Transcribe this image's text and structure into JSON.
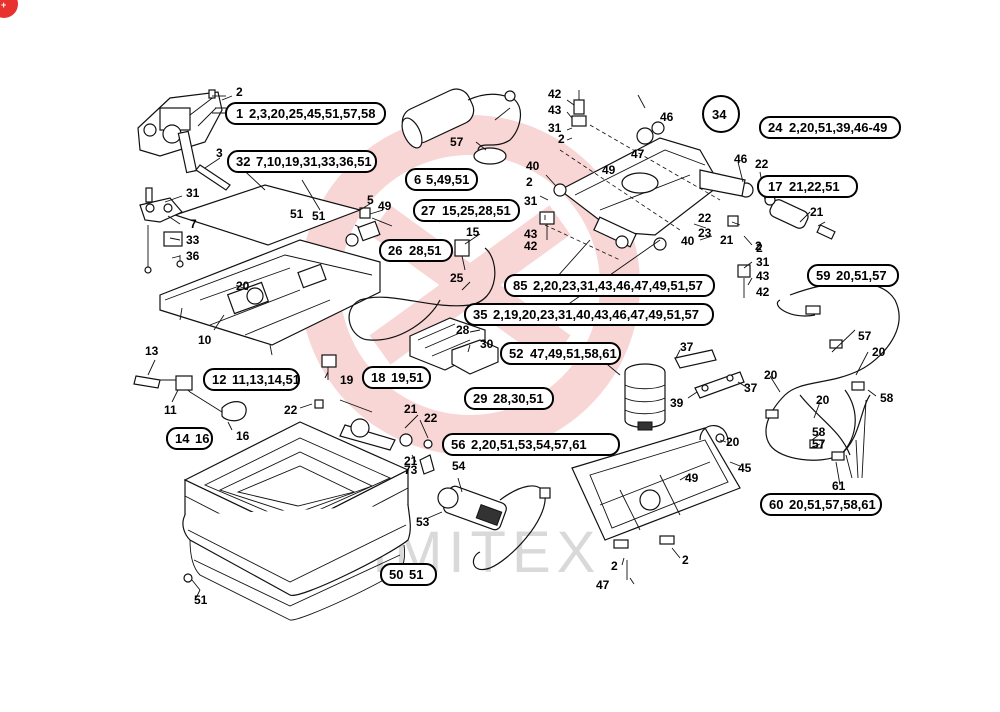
{
  "diagram_number": "34",
  "watermark": "IMITEX",
  "colors": {
    "badge": "#e8322f",
    "watermark_logo": "#f3b5b3",
    "watermark_text": "#d9d9d9",
    "line": "#111111"
  },
  "callouts": [
    {
      "num": "1",
      "refs": "2,3,20,25,45,51,57,58"
    },
    {
      "num": "24",
      "refs": "2,20,51,39,46-49"
    },
    {
      "num": "32",
      "refs": "7,10,19,31,33,36,51"
    },
    {
      "num": "17",
      "refs": "21,22,51"
    },
    {
      "num": "6",
      "refs": "5,49,51"
    },
    {
      "num": "27",
      "refs": "15,25,28,51"
    },
    {
      "num": "26",
      "refs": "28,51"
    },
    {
      "num": "59",
      "refs": "20,51,57"
    },
    {
      "num": "85",
      "refs": "2,20,23,31,43,46,47,49,51,57"
    },
    {
      "num": "35",
      "refs": "2,19,20,23,31,40,43,46,47,49,51,57"
    },
    {
      "num": "52",
      "refs": "47,49,51,58,61"
    },
    {
      "num": "18",
      "refs": "19,51"
    },
    {
      "num": "12",
      "refs": "11,13,14,51"
    },
    {
      "num": "29",
      "refs": "28,30,51"
    },
    {
      "num": "14",
      "refs": "16"
    },
    {
      "num": "56",
      "refs": "2,20,51,53,54,57,61"
    },
    {
      "num": "60",
      "refs": "20,51,57,58,61"
    },
    {
      "num": "50",
      "refs": "51"
    }
  ],
  "labels": [
    "2",
    "3",
    "31",
    "7",
    "33",
    "36",
    "20",
    "10",
    "5",
    "49",
    "51",
    "15",
    "25",
    "28",
    "30",
    "19",
    "13",
    "11",
    "16",
    "22",
    "21",
    "73",
    "54",
    "53",
    "51",
    "2",
    "47",
    "57",
    "42",
    "43",
    "31",
    "2",
    "40",
    "2",
    "31",
    "43",
    "42",
    "46",
    "47",
    "49",
    "46",
    "22",
    "22",
    "21",
    "21",
    "23",
    "40",
    "2",
    "31",
    "43",
    "42",
    "37",
    "37",
    "39",
    "20",
    "45",
    "49",
    "2",
    "20",
    "57",
    "20",
    "20",
    "58",
    "58",
    "57",
    "61",
    "22",
    "21",
    "2",
    "51"
  ]
}
